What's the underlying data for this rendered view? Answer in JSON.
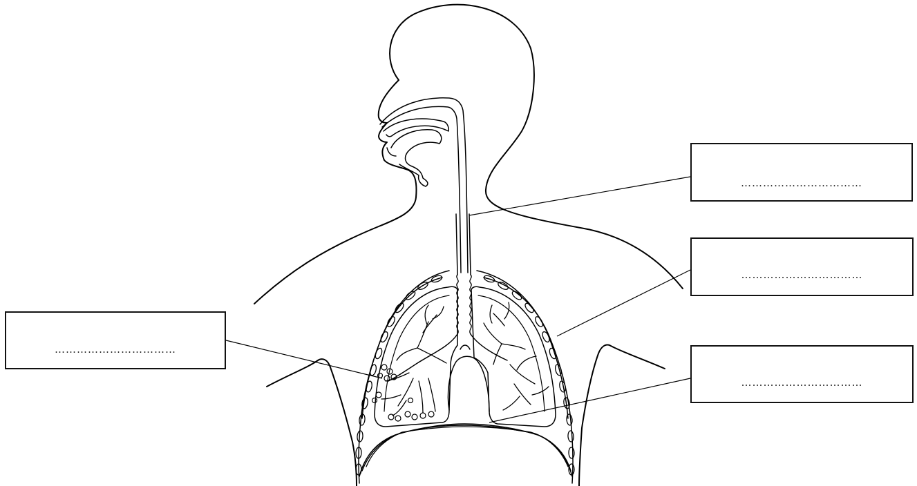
{
  "labels": [
    {
      "id": "left",
      "text": "……………………………"
    },
    {
      "id": "right1",
      "text": "……………………………"
    },
    {
      "id": "right2",
      "text": "……………………………"
    },
    {
      "id": "right3",
      "text": "……………………………"
    }
  ],
  "colors": {
    "stroke": "#000000",
    "background": "#ffffff"
  }
}
